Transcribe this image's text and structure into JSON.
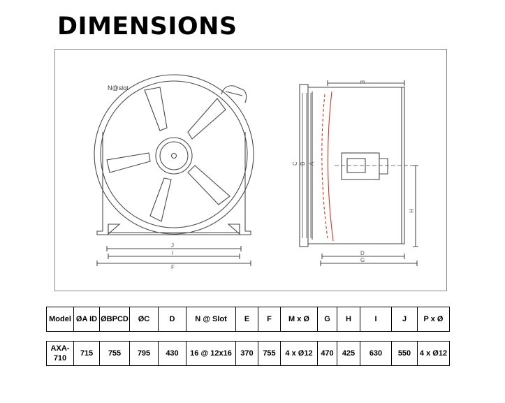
{
  "title": "DIMENSIONS",
  "drawing": {
    "front_view": {
      "slot_label": "N@slot",
      "dim_labels": [
        "J",
        "I",
        "F"
      ]
    },
    "side_view": {
      "dim_labels": [
        "E",
        "C",
        "B",
        "A",
        "H",
        "D",
        "G"
      ]
    }
  },
  "table": {
    "headers": [
      "Model",
      "ØA ID",
      "ØBPCD",
      "ØC",
      "D",
      "N @ Slot",
      "E",
      "F",
      "M x Ø",
      "G",
      "H",
      "I",
      "J",
      "P x Ø"
    ],
    "rows": [
      [
        "AXA-710",
        "715",
        "755",
        "795",
        "430",
        "16 @ 12x16",
        "370",
        "755",
        "4 x Ø12",
        "470",
        "425",
        "630",
        "550",
        "4 x Ø12"
      ]
    ]
  },
  "colors": {
    "line": "#4a4a4a",
    "blade_arc": "#d9351f",
    "frame": "#8a8a8a"
  }
}
